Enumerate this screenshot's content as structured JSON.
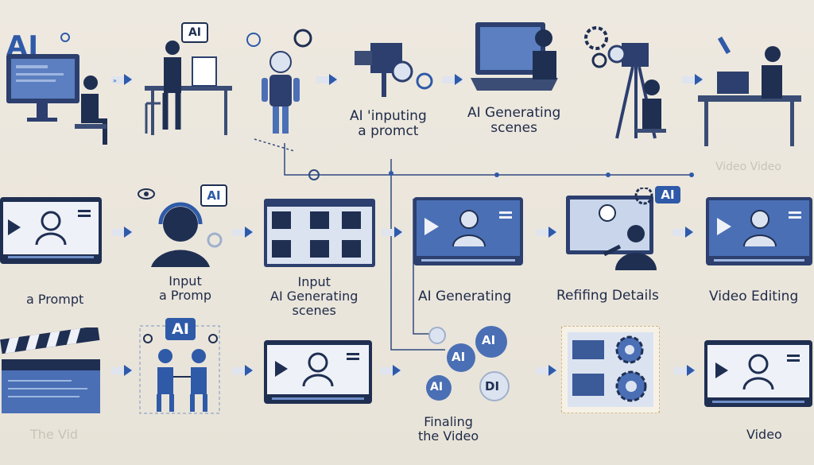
{
  "logo": {
    "text": "AI"
  },
  "colors": {
    "navy": "#1f2f52",
    "blue": "#2f5aa8",
    "light_blue": "#6f8fc8",
    "screen": "#4a6fb5",
    "bg": "#ebe6dc"
  },
  "tags": {
    "row1_laptop": "AI",
    "row2_head": "AI",
    "row2_refine": "AI",
    "row3_people": "AI",
    "row3_bubble1": "AI",
    "row3_bubble2": "AI",
    "row3_bubble3": "AI",
    "row3_bubble4": "DI"
  },
  "labels": {
    "r1_prompt": "AI 'inputing\na promct",
    "r1_generating": "AI Generating\nscenes",
    "r1_video": "Video Video",
    "r2_prompt": "a Prompt",
    "r2_input": "Input\na Promp",
    "r2_input_gen": "Input\nAI Generating\nscenes",
    "r2_generating": "AI Generating",
    "r2_refining": "Refifing Details",
    "r2_editing": "Video Editing",
    "r3_video_left": "The Vid",
    "r3_finaling": "Finaling\nthe Video",
    "r3_video": "Video"
  }
}
